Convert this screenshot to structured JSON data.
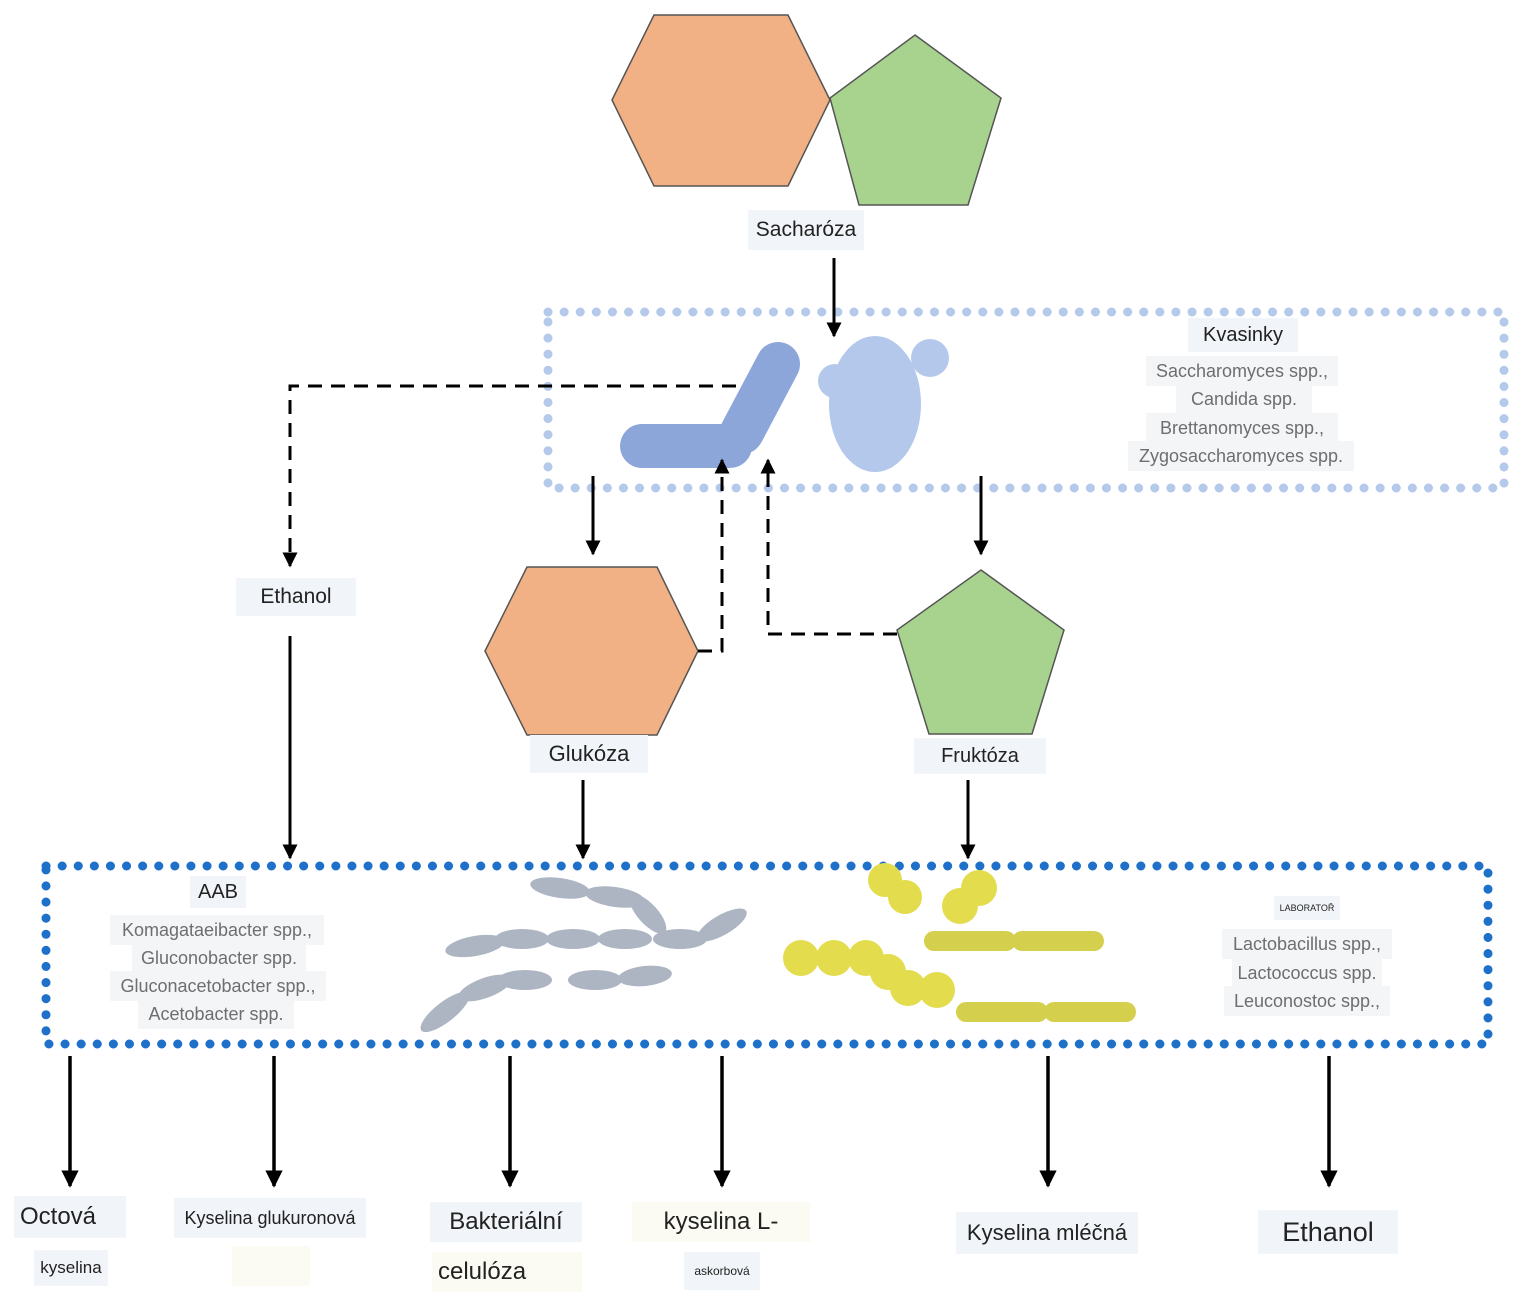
{
  "sucrose": {
    "label": "Sacharóza"
  },
  "yeast": {
    "title": "Kvasinky",
    "species": [
      "Saccharomyces spp.,",
      "Candida spp.",
      "Brettanomyces spp.,",
      "Zygosaccharomyces spp."
    ]
  },
  "ethanol_mid": {
    "label": "Ethanol"
  },
  "glucose": {
    "label": "Glukóza"
  },
  "fructose": {
    "label": "Fruktóza"
  },
  "aab": {
    "title": "AAB",
    "species": [
      "Komagataeibacter spp.,",
      "Gluconobacter spp.",
      "Gluconacetobacter spp.,",
      "Acetobacter spp."
    ]
  },
  "lab": {
    "title": "LABORATOŘ",
    "species": [
      "Lactobacillus spp.,",
      "Lactococcus spp.",
      "Leuconostoc spp.,"
    ]
  },
  "products": {
    "acetic": {
      "line1": "Octová",
      "line2": "kyselina"
    },
    "glucuronic": {
      "line1": "Kyselina glukuronová"
    },
    "cellulose": {
      "line1": "Bakteriální",
      "line2": "celulóza"
    },
    "ascorbic": {
      "line1": "kyselina L-",
      "line2": "askorbová"
    },
    "lactic": {
      "line1": "Kyselina mléčná"
    },
    "ethanol": {
      "line1": "Ethanol"
    }
  },
  "colors": {
    "hexagon": "#f2b085",
    "pentagon": "#a8d38e",
    "yeast_rod": "#8da6da",
    "yeast_cell": "#b3c8ea",
    "yeast_border": "#b5c9ea",
    "bacteria_border": "#1e70c8",
    "aab_rods": "#adb5c3",
    "lab_cocci": "#e3dc4c",
    "lab_rods": "#d5cf4e"
  }
}
